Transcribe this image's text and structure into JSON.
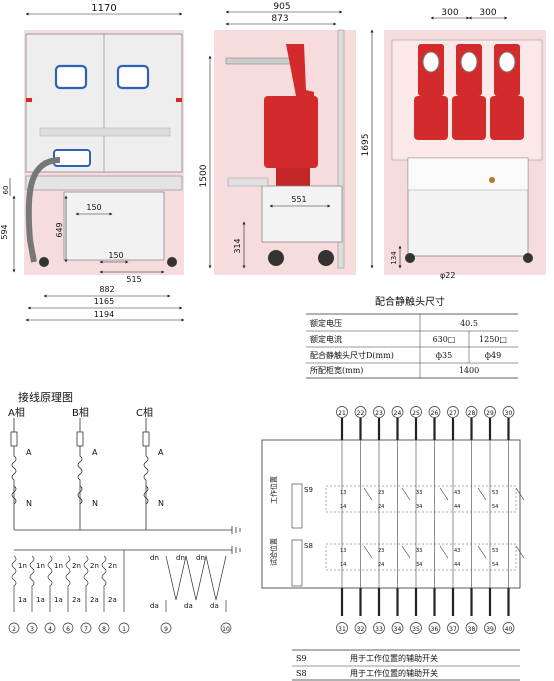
{
  "front_view": {
    "dim_top": "1170",
    "dim_60": "60",
    "dim_594": "594",
    "dim_649": "649",
    "dim_150a": "150",
    "dim_150b": "150",
    "dim_515": "515",
    "dim_882": "882",
    "dim_1165": "1165",
    "dim_1194": "1194"
  },
  "side_view": {
    "dim_905": "905",
    "dim_873": "873",
    "dim_1695": "1695",
    "dim_1500": "1500",
    "dim_551": "551",
    "dim_314": "314"
  },
  "rear_view": {
    "dim_300a": "300",
    "dim_300b": "300",
    "dim_134": "134",
    "dim_phi22": "φ22"
  },
  "contact_table": {
    "title": "配合静触头尺寸",
    "rows": [
      {
        "label": "额定电压",
        "v1": "40.5",
        "v2": ""
      },
      {
        "label": "额定电流",
        "v1": "630□",
        "v2": "1250□"
      },
      {
        "label": "配合静触头尺寸D(mm)",
        "v1": "ф35",
        "v2": "ф49"
      },
      {
        "label": "所配柜宽(mm)",
        "v1": "1400",
        "v2": ""
      }
    ]
  },
  "wiring": {
    "title": "接线原理图",
    "phases": [
      "A相",
      "B相",
      "C相"
    ],
    "node_A": "A",
    "node_N": "N",
    "top_labels": [
      "1n",
      "1n",
      "1n",
      "2n",
      "2n",
      "2n"
    ],
    "bottom_labels": [
      "1a",
      "1a",
      "1a",
      "2a",
      "2a",
      "2a"
    ],
    "dn_labels": [
      "dn",
      "dn",
      "dn"
    ],
    "da_labels": [
      "da",
      "da",
      "da"
    ],
    "bottom_terminals": [
      "2",
      "3",
      "4",
      "6",
      "7",
      "8",
      "1",
      "9",
      "10"
    ]
  },
  "aux_switch": {
    "top_terminals": [
      "21",
      "22",
      "23",
      "24",
      "25",
      "26",
      "27",
      "28",
      "29",
      "30"
    ],
    "bottom_terminals": [
      "31",
      "32",
      "33",
      "34",
      "35",
      "36",
      "37",
      "38",
      "39",
      "40"
    ],
    "work_position": "工作位置",
    "test_position": "试验位置",
    "s9": "S9",
    "s8": "S8",
    "s9_contacts_top": [
      "13",
      "23",
      "33",
      "43",
      "53"
    ],
    "s9_contacts_bottom": [
      "14",
      "24",
      "34",
      "44",
      "54"
    ],
    "s8_contacts_top": [
      "13",
      "23",
      "33",
      "43",
      "53"
    ],
    "s8_contacts_bottom": [
      "14",
      "24",
      "34",
      "44",
      "54"
    ]
  },
  "legend": [
    {
      "code": "S9",
      "desc": "用于工作位置的辅助开关"
    },
    {
      "code": "S8",
      "desc": "用于工作位置的辅助开关"
    }
  ]
}
